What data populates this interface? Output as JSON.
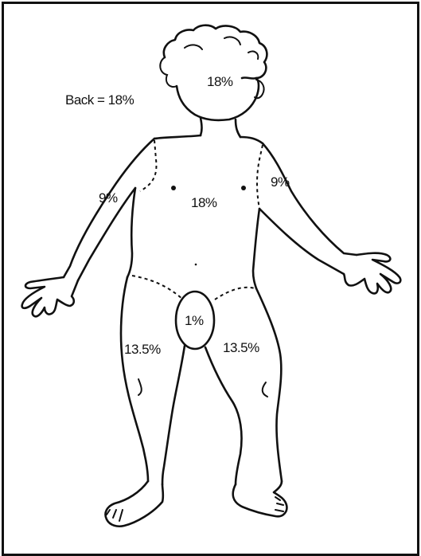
{
  "labels": {
    "back": "Back = 18%",
    "head": "18%",
    "chest": "18%",
    "right_arm": "9%",
    "left_arm": "9%",
    "genital": "1%",
    "right_leg": "13.5%",
    "left_leg": "13.5%"
  }
}
